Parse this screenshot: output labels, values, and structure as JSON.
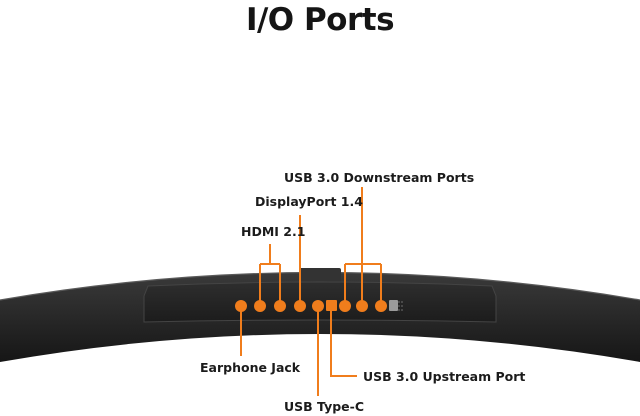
{
  "title": "I/O Ports",
  "accent_color": "#f07d1c",
  "monitor_color": "#2a2a2a",
  "labels": {
    "usb_downstream": "USB 3.0 Downstream Ports",
    "displayport": "DisplayPort 1.4",
    "hdmi": "HDMI 2.1",
    "earphone": "Earphone Jack",
    "usb_upstream": "USB 3.0 Upstream Port",
    "usb_c": "USB Type-C"
  }
}
